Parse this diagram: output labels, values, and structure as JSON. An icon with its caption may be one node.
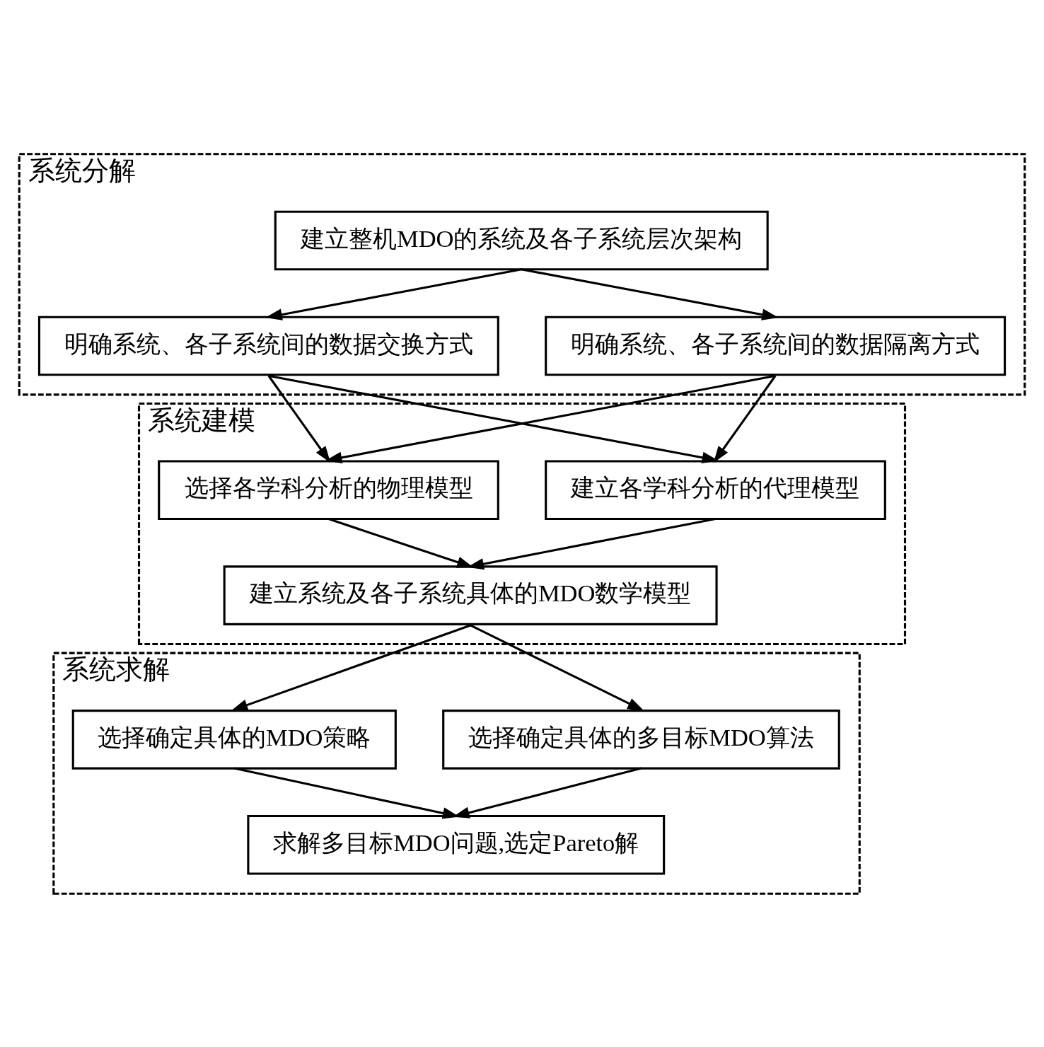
{
  "diagram": {
    "nodes": [
      {
        "text": [
          "系统分解"
        ]
      },
      {
        "text": [
          "建立整机MDO的系统及各子系统层次架构"
        ],
        "in": 0
      },
      {
        "text": [
          "明确系统、各子系统间的数据交换方式"
        ],
        "in": 0
      },
      {
        "text": [
          "明确系统、各子系统间的数据隔离方式"
        ],
        "in": 0
      },
      {
        "text": [
          "系统建模"
        ]
      },
      {
        "text": [
          "选择各学科分析的物理模型"
        ],
        "in": 4
      },
      {
        "text": [
          "建立各学科分析的代理模型"
        ],
        "in": 4
      },
      {
        "text": [
          "建立系统及各子系统具体的MDO数学模型"
        ],
        "in": 4
      },
      {
        "text": [
          "系统求解"
        ]
      },
      {
        "text": [
          "选择确定具体的MDO策略"
        ],
        "in": 8
      },
      {
        "text": [
          "选择确定具体的多目标MDO算法"
        ],
        "in": 8
      },
      {
        "text": [
          "求解多目标MDO问题,选定Pareto解"
        ],
        "in": 8
      }
    ],
    "edges": [
      {
        "from": 1,
        "to": 2,
        "arrow": "to"
      },
      {
        "from": 1,
        "to": 3,
        "arrow": "to"
      },
      {
        "from": 2,
        "to": 5,
        "arrow": "to"
      },
      {
        "from": 2,
        "to": 6,
        "arrow": "to"
      },
      {
        "from": 3,
        "to": 5,
        "arrow": "to"
      },
      {
        "from": 3,
        "to": 6,
        "arrow": "to"
      },
      {
        "from": 5,
        "to": 7,
        "arrow": "to"
      },
      {
        "from": 6,
        "to": 7,
        "arrow": "to"
      },
      {
        "from": 7,
        "to": 9,
        "arrow": "to"
      },
      {
        "from": 7,
        "to": 10,
        "arrow": "to"
      },
      {
        "from": 9,
        "to": 11,
        "arrow": "to"
      },
      {
        "from": 10,
        "to": 11,
        "arrow": "to"
      }
    ]
  }
}
